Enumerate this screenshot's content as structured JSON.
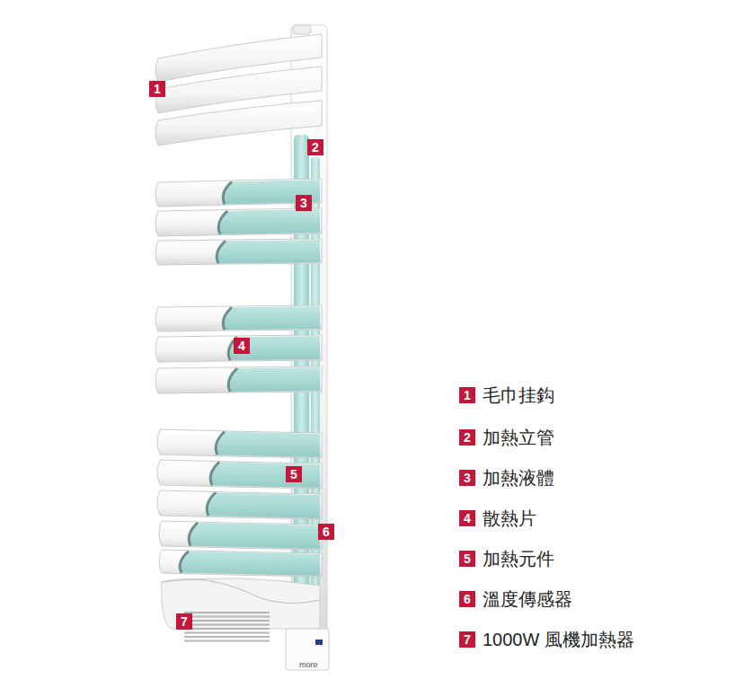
{
  "diagram": {
    "nodes": [
      {
        "text": [
          "1"
        ]
      },
      {
        "text": [
          "2"
        ]
      },
      {
        "text": [
          "3"
        ]
      },
      {
        "text": [
          "4"
        ]
      },
      {
        "text": [
          "5"
        ]
      },
      {
        "text": [
          "6"
        ]
      },
      {
        "text": [
          "7"
        ]
      },
      {
        "text": [
          "1"
        ]
      },
      {
        "text": [
          "2"
        ]
      },
      {
        "text": [
          "3"
        ]
      },
      {
        "text": [
          "4"
        ]
      },
      {
        "text": [
          "5"
        ]
      },
      {
        "text": [
          "6"
        ]
      },
      {
        "text": [
          "7"
        ]
      }
    ],
    "labels": [
      "毛巾挂鈎",
      "加熱立管",
      "加熱液體",
      "散熱片",
      "加熱元件",
      "溫度傳感器",
      "1000W 風機加熱器",
      "more"
    ]
  }
}
